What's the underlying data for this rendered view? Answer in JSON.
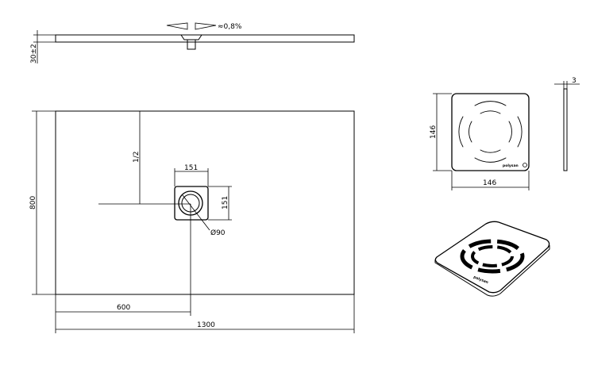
{
  "side_view": {
    "height_label": "30±2",
    "slope_label": "≈0,8%"
  },
  "plan_view": {
    "length_label": "1300",
    "width_label": "800",
    "drain_offset_label": "600",
    "half_label": "1/2",
    "drain_box_width_label": "151",
    "drain_box_height_label": "151",
    "drain_diameter_label": "Ø90"
  },
  "grate_top": {
    "width_label": "146",
    "height_label": "146",
    "brand_label": "polysan"
  },
  "grate_profile": {
    "thickness_label": "3"
  },
  "grate_iso": {
    "brand_label": "polysan"
  }
}
